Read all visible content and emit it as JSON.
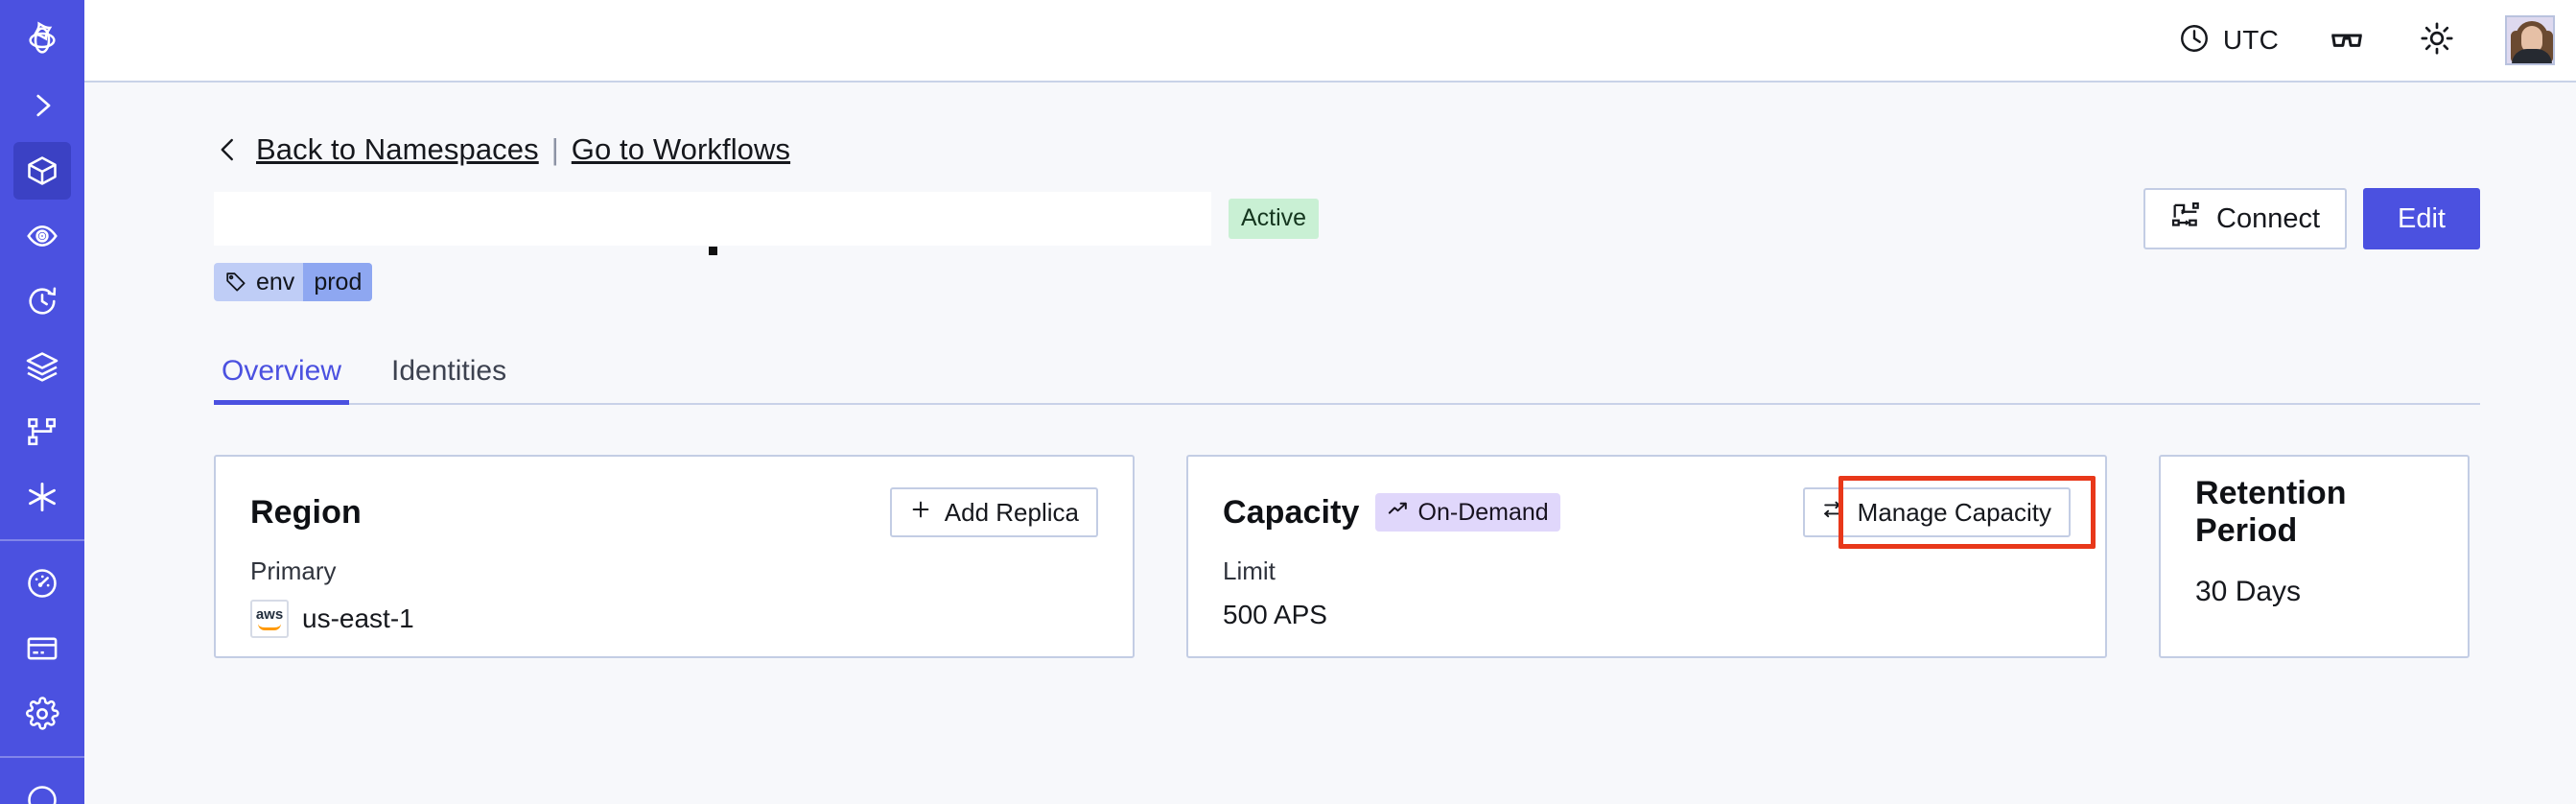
{
  "sidebar": {
    "items": [
      {
        "name": "app-logo",
        "icon": "temporal-logo-icon",
        "active": false
      },
      {
        "name": "expand-nav",
        "icon": "chevron-right-icon",
        "active": false
      },
      {
        "name": "namespaces",
        "icon": "cube-icon",
        "active": true
      },
      {
        "name": "observability",
        "icon": "eye-spiral-icon",
        "active": false
      },
      {
        "name": "schedules",
        "icon": "clock-history-icon",
        "active": false
      },
      {
        "name": "batch-operations",
        "icon": "layers-icon",
        "active": false
      },
      {
        "name": "workflows",
        "icon": "workflow-branch-icon",
        "active": false
      },
      {
        "name": "nexus",
        "icon": "asterisk-icon",
        "active": false
      },
      {
        "name": "usage",
        "icon": "gauge-icon",
        "active": false
      },
      {
        "name": "billing",
        "icon": "credit-card-icon",
        "active": false
      },
      {
        "name": "settings",
        "icon": "gear-icon",
        "active": false
      }
    ]
  },
  "topbar": {
    "timezone_label": "UTC",
    "timezone_icon": "clock-icon",
    "glasses_icon": "reading-glasses-icon",
    "theme_icon": "sun-icon",
    "avatar_icon": "user-avatar"
  },
  "breadcrumb": {
    "back_icon": "chevron-left-icon",
    "back_label": "Back to Namespaces",
    "separator": "|",
    "forward_label": "Go to Workflows"
  },
  "namespace": {
    "name": "",
    "status_badge": "Active",
    "tag": {
      "icon": "tag-icon",
      "key": "env",
      "value": "prod"
    }
  },
  "header_actions": {
    "connect_label": "Connect",
    "connect_icon": "connect-flow-icon",
    "edit_label": "Edit"
  },
  "tabs": [
    {
      "label": "Overview",
      "active": true
    },
    {
      "label": "Identities",
      "active": false
    }
  ],
  "cards": {
    "region": {
      "title": "Region",
      "action_label": "Add Replica",
      "action_icon": "plus-icon",
      "label": "Primary",
      "provider_icon": "aws-logo-icon",
      "provider_text": "aws",
      "value": "us-east-1"
    },
    "capacity": {
      "title": "Capacity",
      "badge_label": "On-Demand",
      "badge_icon": "trend-up-icon",
      "action_label": "Manage Capacity",
      "action_icon": "sliders-icon",
      "label": "Limit",
      "value": "500 APS",
      "highlighted": true
    },
    "retention": {
      "title": "Retention Period",
      "value": "30 Days"
    }
  },
  "colors": {
    "brand": "#4b51e0",
    "sidebar_active": "#3b41c4",
    "page_bg": "#f7f8fb",
    "card_border": "#c3cde4",
    "status_active_bg": "#c9f0d4",
    "tag_bg": "#bfcdf6",
    "tag_value_bg": "#8ea7f1",
    "badge_ondemand_bg": "#e0d7fb",
    "highlight_red": "#e8381a"
  }
}
